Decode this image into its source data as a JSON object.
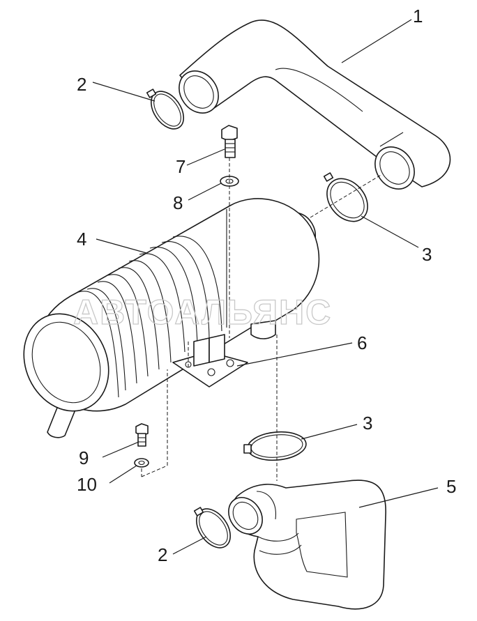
{
  "watermark": "АВТОАЛЬЯНС",
  "callouts": {
    "c1": "1",
    "c2a": "2",
    "c2b": "2",
    "c3a": "3",
    "c3b": "3",
    "c4": "4",
    "c5": "5",
    "c6": "6",
    "c7": "7",
    "c8": "8",
    "c9": "9",
    "c10": "10"
  },
  "colors": {
    "line": "#1a1a1a",
    "watermark": "#c8c8c8",
    "background": "#ffffff"
  }
}
